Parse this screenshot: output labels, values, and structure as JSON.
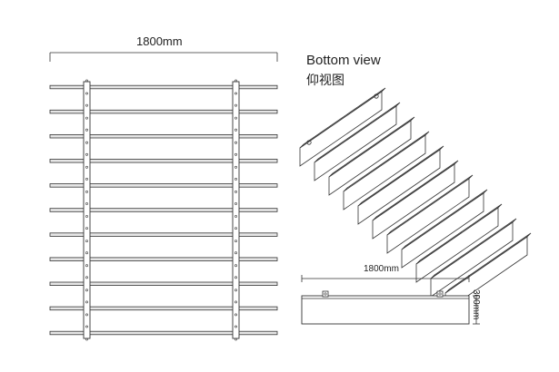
{
  "front_view": {
    "width_label": "1800mm",
    "slat_count": 11
  },
  "bottom_view": {
    "title": "Bottom view",
    "subtitle": "仰视图",
    "slat_count": 11
  },
  "side_view": {
    "width_label": "1800mm",
    "height_label": "300mm"
  },
  "colors": {
    "line": "#333333",
    "slat_fill": "#e6e6e6",
    "panel_fill": "#ffffff"
  }
}
